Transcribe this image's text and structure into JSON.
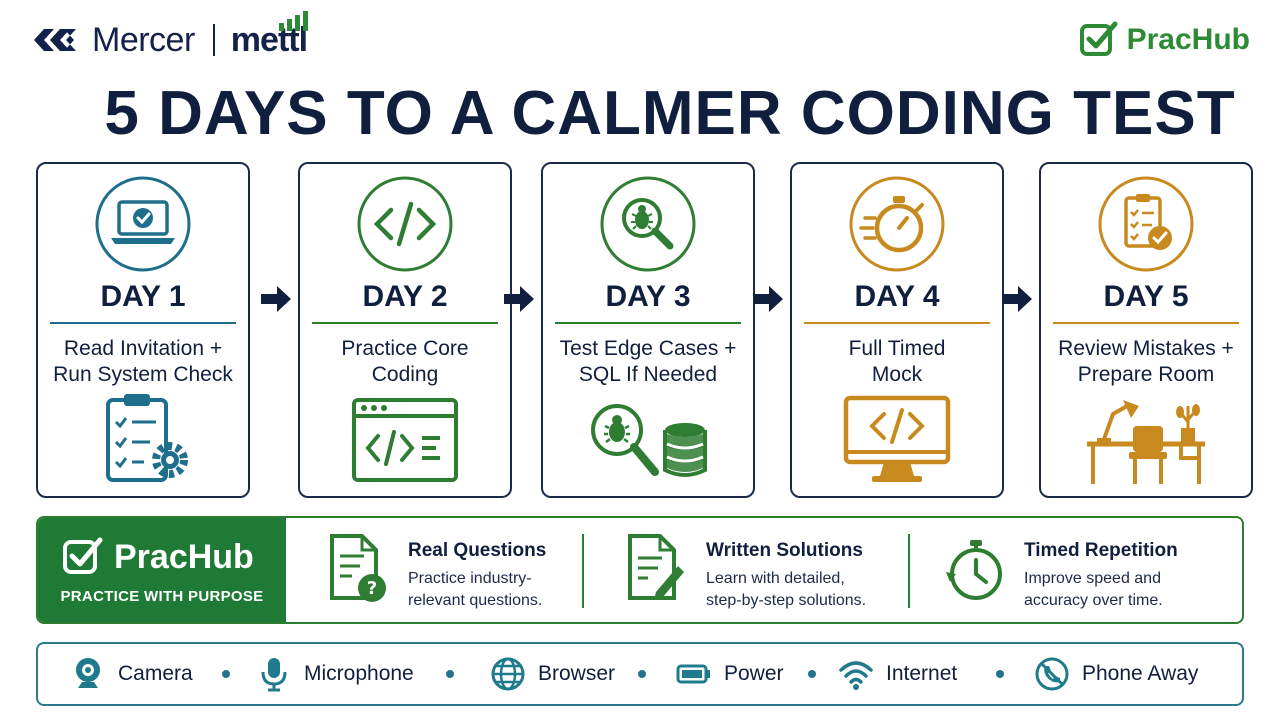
{
  "header": {
    "mercer_logo_text": "Mercer",
    "mettl_logo_text": "mettl",
    "prachub_logo_text": "PracHub"
  },
  "title": "5 DAYS TO A CALMER CODING TEST",
  "days": [
    {
      "label": "DAY 1",
      "line1": "Read Invitation +",
      "line2": "Run System Check",
      "top_icon": "laptop-check-icon",
      "bottom_icon": "clipboard-gear-icon",
      "color": "#1f6e8c"
    },
    {
      "label": "DAY 2",
      "line1": "Practice Core",
      "line2": "Coding",
      "top_icon": "code-brackets-icon",
      "bottom_icon": "code-window-icon",
      "color": "#2e7d32"
    },
    {
      "label": "DAY 3",
      "line1": "Test Edge Cases +",
      "line2": "SQL If Needed",
      "top_icon": "bug-search-icon",
      "bottom_icon": "bug-database-icon",
      "color": "#2e7d32"
    },
    {
      "label": "DAY 4",
      "line1": "Full Timed",
      "line2": "Mock",
      "top_icon": "stopwatch-icon",
      "bottom_icon": "code-monitor-icon",
      "color": "#c88a1e"
    },
    {
      "label": "DAY 5",
      "line1": "Review Mistakes +",
      "line2": "Prepare Room",
      "top_icon": "clipboard-check-icon",
      "bottom_icon": "desk-lamp-icon",
      "color": "#c88a1e"
    }
  ],
  "promo": {
    "brand": "PracHub",
    "tagline": "PRACTICE WITH PURPOSE",
    "features": [
      {
        "title": "Real Questions",
        "line1": "Practice industry-",
        "line2": "relevant questions.",
        "icon": "document-question-icon"
      },
      {
        "title": "Written Solutions",
        "line1": "Learn with detailed,",
        "line2": "step-by-step solutions.",
        "icon": "document-pencil-icon"
      },
      {
        "title": "Timed Repetition",
        "line1": "Improve speed and",
        "line2": "accuracy over time.",
        "icon": "timer-cycle-icon"
      }
    ]
  },
  "checklist": [
    {
      "label": "Camera",
      "icon": "webcam-icon"
    },
    {
      "label": "Microphone",
      "icon": "microphone-icon"
    },
    {
      "label": "Browser",
      "icon": "globe-icon"
    },
    {
      "label": "Power",
      "icon": "battery-icon"
    },
    {
      "label": "Internet",
      "icon": "wifi-icon"
    },
    {
      "label": "Phone Away",
      "icon": "no-phone-icon"
    }
  ],
  "colors": {
    "navy": "#0f1f3d",
    "teal": "#1f6e8c",
    "green": "#2e7d32",
    "gold": "#c88a1e",
    "brand_green": "#1f7a35"
  }
}
